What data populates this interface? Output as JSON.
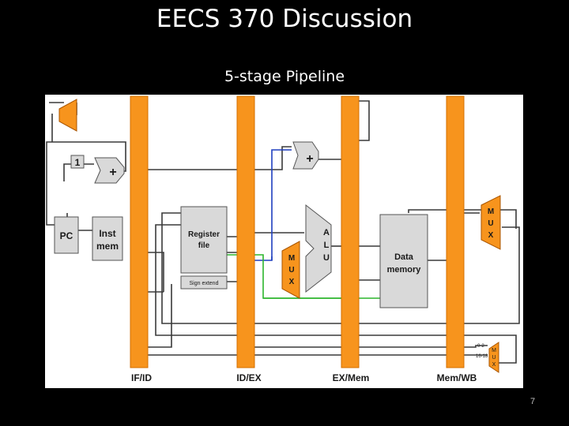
{
  "slide": {
    "title": "EECS 370 Discussion",
    "subtitle": "5-stage Pipeline",
    "page_number": "7"
  },
  "diagram": {
    "pipeline_registers": [
      "IF/ID",
      "ID/EX",
      "EX/Mem",
      "Mem/WB"
    ],
    "constant_one": "1",
    "adder_symbol": "+",
    "pc_label": "PC",
    "inst_mem_label": [
      "Inst",
      "mem"
    ],
    "register_file_label": [
      "Register",
      "file"
    ],
    "sign_extend_label": "Sign extend",
    "alu_letters": [
      "A",
      "L",
      "U"
    ],
    "data_memory_label": [
      "Data",
      "memory"
    ],
    "mux_letters": [
      "M",
      "U",
      "X"
    ],
    "dest_select_labels": [
      "0-2",
      "16-18"
    ],
    "colors": {
      "pipeline_register": "#f7941d",
      "component_fill": "#d9d9d9",
      "wire": "#3a3a3a",
      "blue_wire": "#1f3fbf",
      "green_wire": "#2db52d"
    }
  }
}
